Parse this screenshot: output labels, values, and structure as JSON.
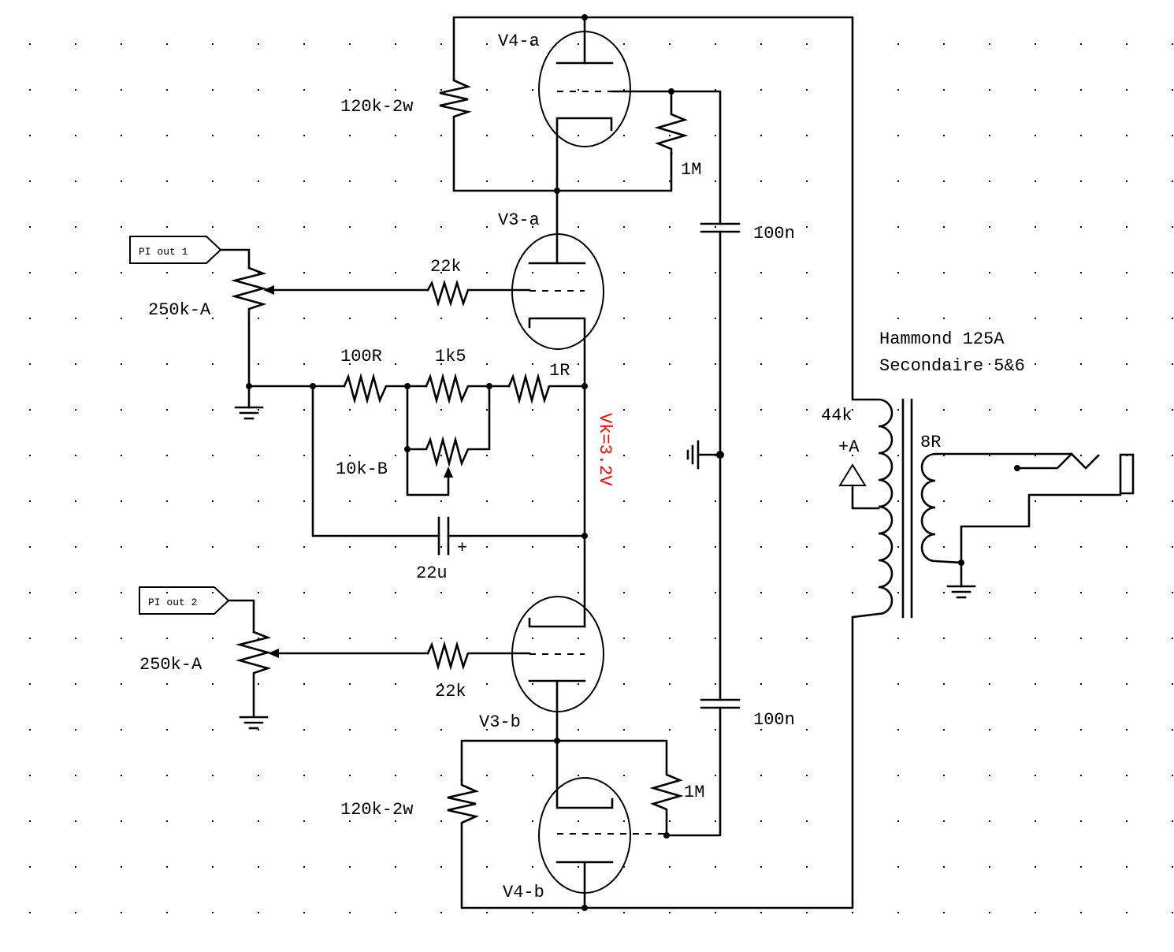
{
  "schematic": {
    "title": "Phase inverter and power tube driver schematic",
    "tubes": [
      {
        "id": "V4-a",
        "label": "V4-a"
      },
      {
        "id": "V3-a",
        "label": "V3-a"
      },
      {
        "id": "V3-b",
        "label": "V3-b"
      },
      {
        "id": "V4-b",
        "label": "V4-b"
      }
    ],
    "resistors": {
      "r_v4a_plate": "120k-2w",
      "r_v4a_grid": "1M",
      "r_v3a_grid": "22k",
      "r_v3b_grid": "22k",
      "r_tail_100r": "100R",
      "r_tail_1k5": "1k5",
      "r_tail_1r": "1R",
      "r_v4b_plate": "120k-2w",
      "r_v4b_grid": "1M"
    },
    "pots": {
      "pot_out1": "250k-A",
      "pot_out2": "250k-A",
      "pot_bias": "10k-B"
    },
    "capacitors": {
      "c_top": "100n",
      "c_bottom": "100n",
      "c_cathode": "22u",
      "c_cathode_polarity": "+"
    },
    "ports": {
      "out1": "PI out 1",
      "out2": "PI out 2"
    },
    "annotations": {
      "vk": "Vk=3.2V",
      "vk_color": "#ff0000"
    },
    "transformer": {
      "name": "Hammond 125A",
      "secondary": "Secondaire 5&6",
      "primary_impedance": "44k",
      "secondary_impedance": "8R",
      "supply": "+A"
    }
  }
}
